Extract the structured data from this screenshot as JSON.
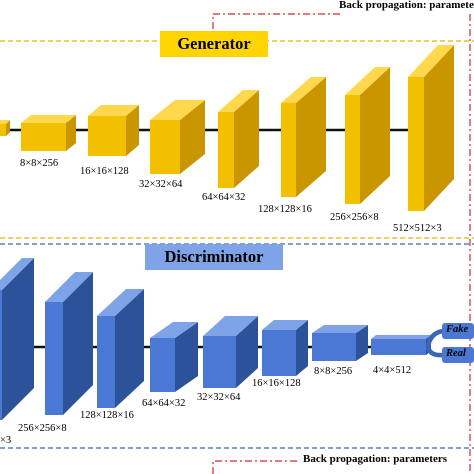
{
  "generator": {
    "title": "Generator",
    "layer_labels": [
      "8×8×256",
      "16×16×128",
      "32×32×64",
      "64×64×32",
      "128×128×16",
      "256×256×8",
      "512×512×3"
    ]
  },
  "discriminator": {
    "title": "Discriminator",
    "layer_labels": [
      "×3",
      "256×256×8",
      "128×128×16",
      "64×64×32",
      "32×32×64",
      "16×16×128",
      "8×8×256",
      "4×4×512"
    ],
    "outputs": [
      "Fake",
      "Real"
    ]
  },
  "back_propagation": {
    "top": "Back propagation: parameters",
    "bottom": "Back propagation: parameters"
  },
  "colors": {
    "generator_face": "#f3c000",
    "generator_side": "#c99600",
    "generator_top": "#ffd84d",
    "discriminator_face": "#4a78d4",
    "discriminator_side": "#2c5299",
    "discriminator_top": "#7ea3e6",
    "dashed_generator": "#e8b400",
    "dashed_discriminator": "#3a66b8",
    "back_prop_line": "#d22a2a"
  }
}
